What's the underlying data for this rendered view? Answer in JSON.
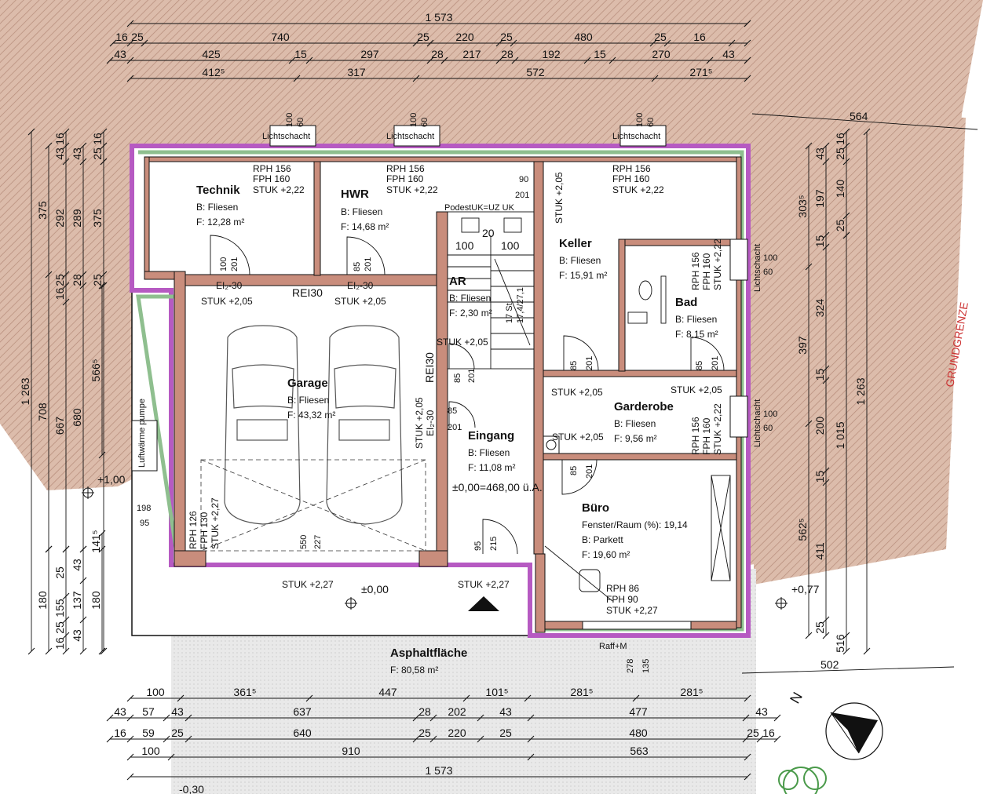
{
  "overall_width": "1 573",
  "top_dims": {
    "row1": [
      "16",
      "25",
      "740",
      "25",
      "220",
      "25",
      "480",
      "25",
      "16"
    ],
    "row2": [
      "43",
      "425",
      "15",
      "297",
      "28",
      "217",
      "28",
      "192",
      "15",
      "270",
      "43"
    ],
    "row3": [
      "412⁵",
      "317",
      "572",
      "271⁵"
    ]
  },
  "bottom_dims": {
    "row1": [
      "100",
      "361⁵",
      "447",
      "101⁵",
      "281⁵",
      "281⁵"
    ],
    "row2": [
      "43",
      "57",
      "43",
      "637",
      "28",
      "202",
      "43",
      "477",
      "43"
    ],
    "row2b": [
      "28",
      "16"
    ],
    "row3": [
      "16",
      "59",
      "25",
      "640",
      "25",
      "220",
      "25",
      "480",
      "25",
      "16"
    ],
    "row4": [
      "100",
      "910",
      "563"
    ],
    "row5": "1 573",
    "cut_label": "-0,30"
  },
  "left_dims": {
    "col_a": [
      "16",
      "25",
      "375",
      "25",
      "16"
    ],
    "col_b": [
      "43",
      "292",
      "28",
      "667"
    ],
    "col_c": [
      "43",
      "289",
      "680"
    ],
    "col_d": [
      "375",
      "566⁵"
    ],
    "outer": [
      "1 263",
      "708"
    ],
    "lower_a": [
      "180",
      "25",
      "155",
      "16"
    ],
    "lower_b": [
      "25",
      "137",
      "43"
    ],
    "lower_c": [
      "43",
      "141⁵",
      "180"
    ]
  },
  "right_dims": {
    "diag": "564",
    "col_a": [
      "303⁵",
      "397",
      "562⁵"
    ],
    "col_b": [
      "43",
      "197",
      "15",
      "324",
      "15",
      "200",
      "15",
      "411",
      "25"
    ],
    "col_c": [
      "16",
      "25",
      "140",
      "25",
      "1 015",
      "516"
    ],
    "col_d": "1 263",
    "bottom_diag": "502"
  },
  "rooms": [
    {
      "name": "Technik",
      "floor": "B: Fliesen",
      "area": "F: 12,28 m²",
      "heights": [
        "RPH 156",
        "FPH 160",
        "STUK +2,22"
      ]
    },
    {
      "name": "HWR",
      "floor": "B: Fliesen",
      "area": "F: 14,68 m²",
      "heights": [
        "RPH 156",
        "FPH 160",
        "STUK +2,22"
      ]
    },
    {
      "name": "Keller",
      "floor": "B: Fliesen",
      "area": "F: 15,91 m²",
      "heights": [
        "RPH 156",
        "FPH 160",
        "STUK +2,22"
      ]
    },
    {
      "name": "AR",
      "floor": "B: Fliesen",
      "area": "F: 2,30 m²",
      "heights": [
        "STUK +2,05"
      ]
    },
    {
      "name": "Bad",
      "floor": "B: Fliesen",
      "area": "F: 8,15 m²",
      "heights": [
        "RPH 156",
        "FPH 160",
        "STUK +2,22"
      ]
    },
    {
      "name": "Garage",
      "floor": "B: Fliesen",
      "area": "F: 43,32 m²",
      "heights": [
        "RPH 126",
        "FPH 130",
        "STUK +2,27"
      ]
    },
    {
      "name": "Eingang",
      "floor": "B: Fliesen",
      "area": "F: 11,08 m²",
      "heights": [
        "STUK +2,05"
      ]
    },
    {
      "name": "Garderobe",
      "floor": "B: Fliesen",
      "area": "F: 9,56 m²",
      "heights": [
        "RPH 156",
        "FPH 160",
        "STUK +2,22"
      ]
    },
    {
      "name": "Büro",
      "floor": "B: Parkett",
      "area": "F: 19,60 m²",
      "ratio": "Fenster/Raum (%): 19,14",
      "heights": [
        "RPH 86",
        "FPH 90",
        "STUK +2,27"
      ]
    },
    {
      "name": "Asphaltfläche",
      "area": "F: 80,58 m²"
    }
  ],
  "labels": {
    "lichtschacht": "Lichtschacht",
    "podest": "PodestUK=UZ UK",
    "stair": "17 St.",
    "stair_ratio": "17,4/27,1",
    "rei30": "REI30",
    "ei30": "EI₂-30",
    "stuk205": "STUK +2,05",
    "stuk227": "STUK +2,27",
    "level0": "±0,00",
    "level_entry": "±0,00=468,00 ü.A.",
    "level_plus100": "+1,00",
    "level_077": "+0,77",
    "raff": "Raff+M",
    "grundgrenze": "GRUNDGRENZE",
    "north": "N",
    "heatpump": "Luftwärme pumpe",
    "door": "201",
    "d100": "100",
    "d60": "60",
    "d90": "90",
    "d85": "85",
    "d95": "95",
    "d215": "215",
    "d198": "198",
    "d550": "550",
    "d227": "227",
    "d278": "278",
    "d135": "135",
    "d20": "20",
    "d17": "17"
  },
  "colors": {
    "terrain": "#d9b9a8",
    "hatch": "#b88c78",
    "wall": "#c98d7c",
    "insulation_out": "#b65ac2",
    "insulation_in": "#8fbf8f",
    "paving": "#e6e6e6"
  }
}
